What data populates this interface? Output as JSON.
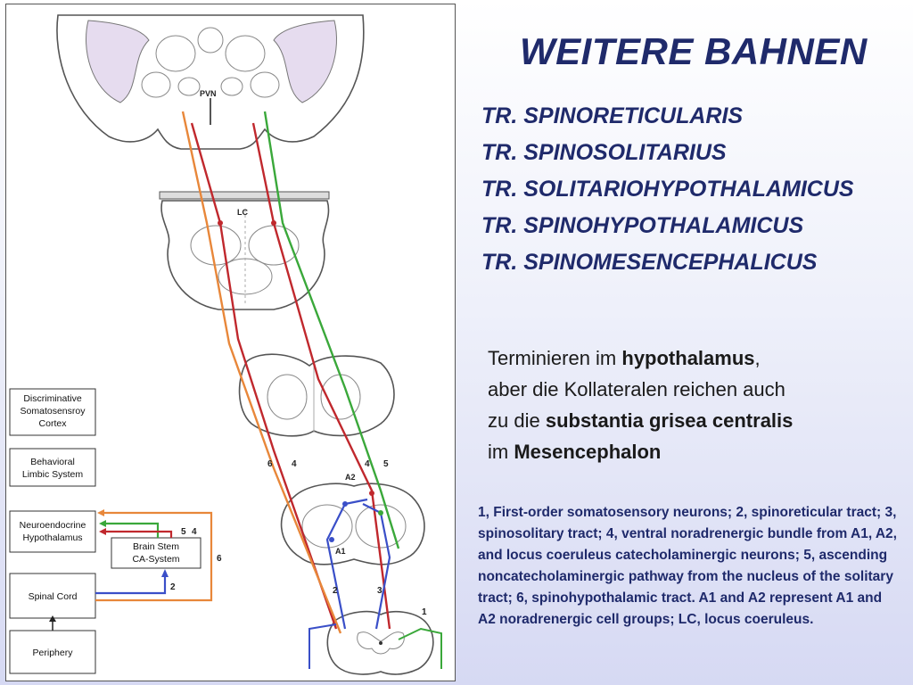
{
  "title": "WEITERE BAHNEN",
  "tracts": [
    "TR. SPINORETICULARIS",
    "TR. SPINOSOLITARIUS",
    "TR. SOLITARIOHYPOTHALAMICUS",
    "TR. SPINOHYPOTHALAMICUS",
    "TR. SPINOMESENCEPHALICUS"
  ],
  "body": {
    "line1_prefix": "Terminieren im ",
    "line1_bold": "hypothalamus",
    "line1_suffix": ",",
    "line2": "aber die Kollateralen reichen auch",
    "line3_prefix": "zu die ",
    "line3_bold": "substantia grisea centralis",
    "line4_prefix": "im ",
    "line4_bold": "Mesencephalon"
  },
  "legend": "1, First-order somatosensory neurons; 2, spinoreticular tract; 3, spinosolitary tract; 4, ventral noradrenergic bundle from A1, A2, and locus coeruleus catecholaminergic neurons; 5, ascending noncatecholaminergic pathway from the nucleus of the solitary tract; 6, spinohypothalamic tract. A1 and A2 represent A1 and A2 noradrenergic cell groups; LC, locus coeruleus.",
  "diagram": {
    "boxes": {
      "discriminative": [
        "Discriminative",
        "Somatosensroy",
        "Cortex"
      ],
      "behavioral": [
        "Behavioral",
        "Limbic System"
      ],
      "neuroendocrine": [
        "Neuroendocrine",
        "Hypothalamus"
      ],
      "brainstem": [
        "Brain Stem",
        "CA-System"
      ],
      "spinal_cord": "Spinal Cord",
      "periphery": "Periphery"
    },
    "region_labels": {
      "pvn": "PVN",
      "lc": "LC",
      "a2": "A2",
      "a1": "A1"
    },
    "path_numbers": {
      "n1": "1",
      "n2": "2",
      "n3": "3",
      "n4_left": "4",
      "n4_right": "4",
      "n5_right": "5",
      "n6_left": "6",
      "n6_box": "6",
      "n5_box": "5",
      "n4_box": "4",
      "n2_box": "2"
    },
    "colors": {
      "red": "#c0282d",
      "green": "#3aa83a",
      "orange": "#e8873a",
      "blue": "#3a4fc8",
      "tissue": "#e6dcef",
      "outline": "#555555"
    }
  }
}
